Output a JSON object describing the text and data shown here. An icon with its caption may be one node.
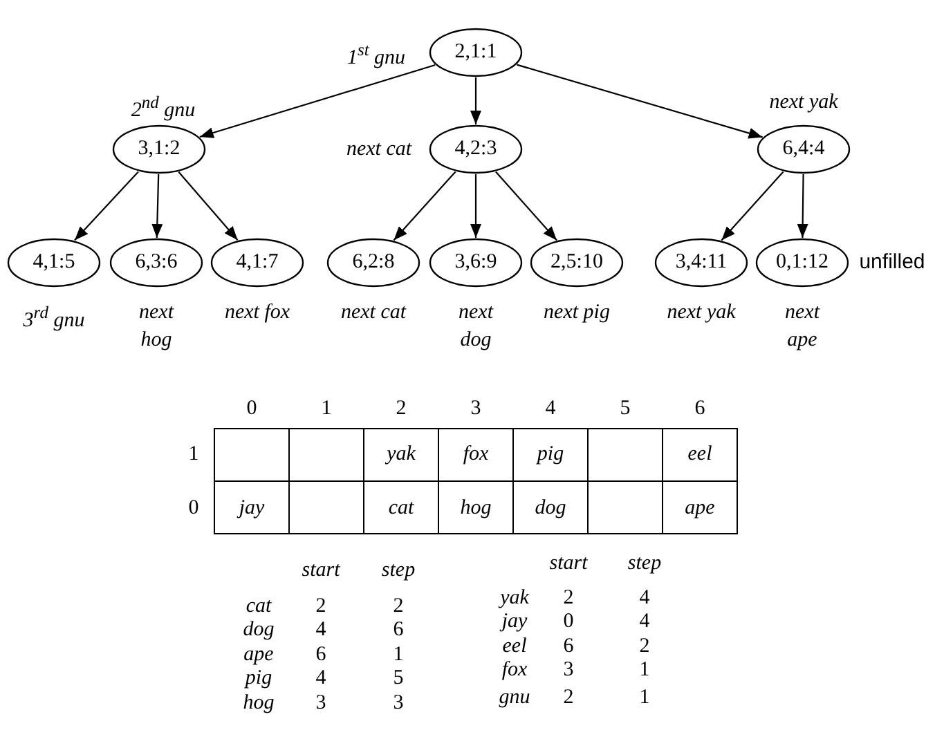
{
  "diagram": {
    "nodes": [
      {
        "text": [
          "2,1:1"
        ],
        "beside": [
          "1$^{st}$ gnu"
        ]
      },
      {
        "text": [
          "3,1:2"
        ],
        "beside": [
          "2$^{nd}$ gnu"
        ]
      },
      {
        "text": [
          "4,2:3"
        ],
        "beside": [
          "next cat"
        ]
      },
      {
        "text": [
          "6,4:4"
        ],
        "beside": [
          "next yak"
        ]
      },
      {
        "text": [
          "4,1:5"
        ],
        "beside": [
          "3$^{rd}$ gnu"
        ]
      },
      {
        "text": [
          "6,3:6"
        ],
        "beside": [
          "next hog"
        ]
      },
      {
        "text": [
          "4,1:7"
        ],
        "beside": [
          "next fox"
        ]
      },
      {
        "text": [
          "6,2:8"
        ],
        "beside": [
          "next cat"
        ]
      },
      {
        "text": [
          "3,6:9"
        ],
        "beside": [
          "next dog"
        ]
      },
      {
        "text": [
          "2,5:10"
        ],
        "beside": [
          "next pig"
        ]
      },
      {
        "text": [
          "3,4:11"
        ],
        "beside": [
          "next yak"
        ]
      },
      {
        "text": [
          "0,1:12"
        ],
        "beside": [
          "next ape",
          "unfilled"
        ]
      }
    ],
    "edges": [
      {
        "from": 0,
        "to": 1,
        "arrow": "to"
      },
      {
        "from": 0,
        "to": 2,
        "arrow": "to"
      },
      {
        "from": 0,
        "to": 3,
        "arrow": "to"
      },
      {
        "from": 1,
        "to": 4,
        "arrow": "to"
      },
      {
        "from": 1,
        "to": 5,
        "arrow": "to"
      },
      {
        "from": 1,
        "to": 6,
        "arrow": "to"
      },
      {
        "from": 2,
        "to": 7,
        "arrow": "to"
      },
      {
        "from": 2,
        "to": 8,
        "arrow": "to"
      },
      {
        "from": 2,
        "to": 9,
        "arrow": "to"
      },
      {
        "from": 3,
        "to": 10,
        "arrow": "to"
      },
      {
        "from": 3,
        "to": 11,
        "arrow": "to"
      }
    ],
    "labels": [
      "0",
      "1",
      "2",
      "3",
      "4",
      "5",
      "6",
      "1",
      "yak",
      "fox",
      "pig",
      "eel",
      "0",
      "jay",
      "cat",
      "hog",
      "dog",
      "ape",
      "start",
      "step",
      "cat",
      "2",
      "2",
      "dog",
      "4",
      "6",
      "ape",
      "6",
      "1",
      "pig",
      "4",
      "5",
      "hog",
      "3",
      "3",
      "start",
      "step",
      "yak",
      "2",
      "4",
      "jay",
      "0",
      "4",
      "eel",
      "6",
      "2",
      "fox",
      "3",
      "1",
      "gnu",
      "2",
      "1"
    ]
  }
}
